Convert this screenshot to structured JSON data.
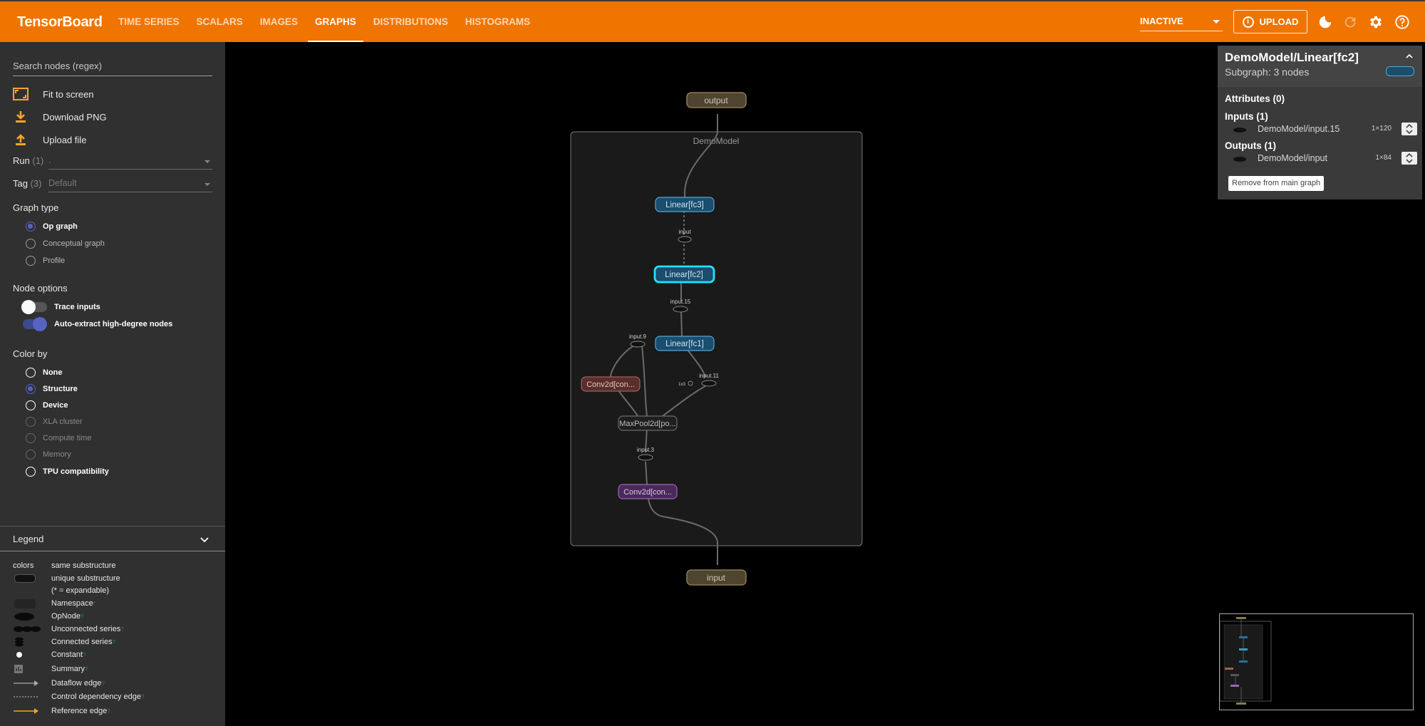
{
  "header": {
    "brand": "TensorBoard",
    "tabs": [
      {
        "label": "TIME SERIES"
      },
      {
        "label": "SCALARS"
      },
      {
        "label": "IMAGES"
      },
      {
        "label": "GRAPHS"
      },
      {
        "label": "DISTRIBUTIONS"
      },
      {
        "label": "HISTOGRAMS"
      }
    ],
    "active_tab": "GRAPHS",
    "status_select": "INACTIVE",
    "upload_label": "UPLOAD",
    "accent_color": "#f07400"
  },
  "sidebar": {
    "search_placeholder": "Search nodes (regex)",
    "actions": [
      {
        "label": "Fit to screen",
        "icon": "fit-screen-icon"
      },
      {
        "label": "Download PNG",
        "icon": "download-icon"
      },
      {
        "label": "Upload file",
        "icon": "upload-icon"
      }
    ],
    "run": {
      "label": "Run",
      "count": "(1)",
      "value": "."
    },
    "tag": {
      "label": "Tag",
      "count": "(3)",
      "value": "Default"
    },
    "graph_type": {
      "title": "Graph type",
      "options": [
        {
          "label": "Op graph",
          "selected": true
        },
        {
          "label": "Conceptual graph",
          "selected": false
        },
        {
          "label": "Profile",
          "selected": false
        }
      ]
    },
    "node_options": {
      "title": "Node options",
      "toggles": [
        {
          "label": "Trace inputs",
          "on": false
        },
        {
          "label": "Auto-extract high-degree nodes",
          "on": true
        }
      ]
    },
    "color_by": {
      "title": "Color by",
      "options": [
        {
          "label": "None",
          "selected": false,
          "enabled": true
        },
        {
          "label": "Structure",
          "selected": true,
          "enabled": true
        },
        {
          "label": "Device",
          "selected": false,
          "enabled": true
        },
        {
          "label": "XLA cluster",
          "selected": false,
          "enabled": false
        },
        {
          "label": "Compute time",
          "selected": false,
          "enabled": false
        },
        {
          "label": "Memory",
          "selected": false,
          "enabled": false
        },
        {
          "label": "TPU compatibility",
          "selected": false,
          "enabled": true
        }
      ]
    }
  },
  "legend": {
    "title": "Legend",
    "colors_label": "colors",
    "rows": [
      {
        "label": "same substructure"
      },
      {
        "label": "unique substructure"
      },
      {
        "label": "(* = expandable)"
      },
      {
        "label": "Namespace"
      },
      {
        "label": "OpNode"
      },
      {
        "label": "Unconnected series"
      },
      {
        "label": "Connected series"
      },
      {
        "label": "Constant"
      },
      {
        "label": "Summary"
      },
      {
        "label": "Dataflow edge"
      },
      {
        "label": "Control dependency edge"
      },
      {
        "label": "Reference edge"
      }
    ],
    "expandable_mark": "*",
    "help_mark": "?"
  },
  "graph": {
    "output_node": "output",
    "input_node": "input",
    "namespace_label": "DemoModel",
    "nodes": {
      "fc3": "Linear[fc3]",
      "fc2": "Linear[fc2]",
      "fc1": "Linear[fc1]",
      "conv_a": "Conv2d[con...",
      "maxpool": "MaxPool2d[po...",
      "conv_b": "Conv2d[con..."
    },
    "op_labels": {
      "input_top": "input",
      "input15": "input.15",
      "input9": "input.9",
      "input11": "input.11",
      "input3": "input.3",
      "side_const": "1x3"
    }
  },
  "info_card": {
    "title": "DemoModel/Linear[fc2]",
    "subtitle": "Subgraph: 3 nodes",
    "attributes": "Attributes (0)",
    "inputs_title": "Inputs (1)",
    "inputs": [
      {
        "name": "DemoModel/input.15",
        "shape": "1×120"
      }
    ],
    "outputs_title": "Outputs (1)",
    "outputs": [
      {
        "name": "DemoModel/input",
        "shape": "1×84"
      }
    ],
    "remove_button": "Remove from main graph"
  }
}
